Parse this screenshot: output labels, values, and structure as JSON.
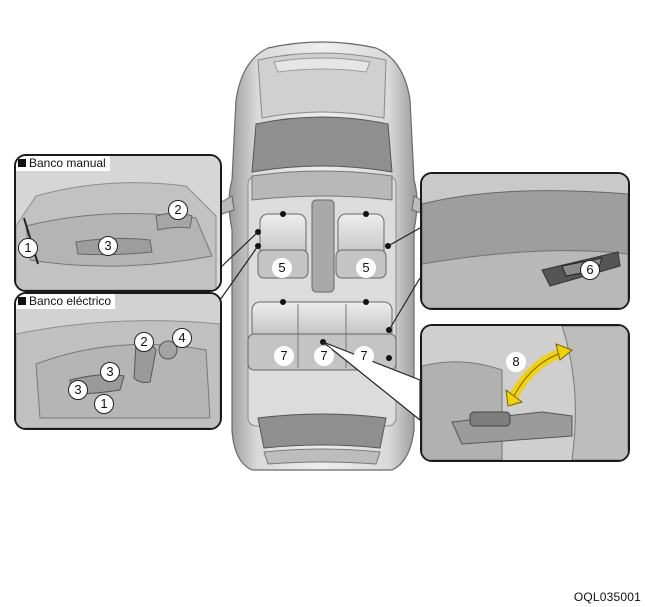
{
  "insets": {
    "manual": {
      "label": "Banco manual"
    },
    "electric": {
      "label": "Banco eléctrico"
    }
  },
  "callouts": {
    "manual": [
      "1",
      "2",
      "3"
    ],
    "electric": [
      "1",
      "2",
      "3",
      "3",
      "4"
    ],
    "car_front": [
      "5",
      "5"
    ],
    "car_rear": [
      "7",
      "7",
      "7"
    ],
    "lever": "6",
    "armrest": "8"
  },
  "figure_code": "OQL035001",
  "colors": {
    "frame": "#1a1a1a",
    "seat_gray": "#c8c8c8",
    "arrow_yellow": "#f2d200"
  }
}
